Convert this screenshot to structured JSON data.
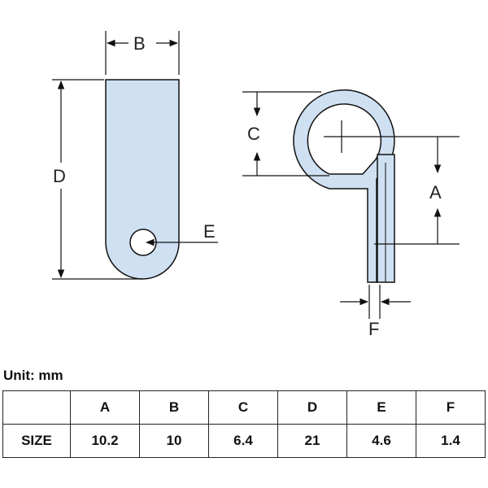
{
  "drawing": {
    "labels": {
      "A": "A",
      "B": "B",
      "C": "C",
      "D": "D",
      "E": "E",
      "F": "F"
    },
    "colors": {
      "fill": "#cfe0f2",
      "stroke": "#111111"
    }
  },
  "unit_label": "Unit: mm",
  "table": {
    "header": [
      "",
      "A",
      "B",
      "C",
      "D",
      "E",
      "F"
    ],
    "row": [
      "SIZE",
      "10.2",
      "10",
      "6.4",
      "21",
      "4.6",
      "1.4"
    ]
  }
}
